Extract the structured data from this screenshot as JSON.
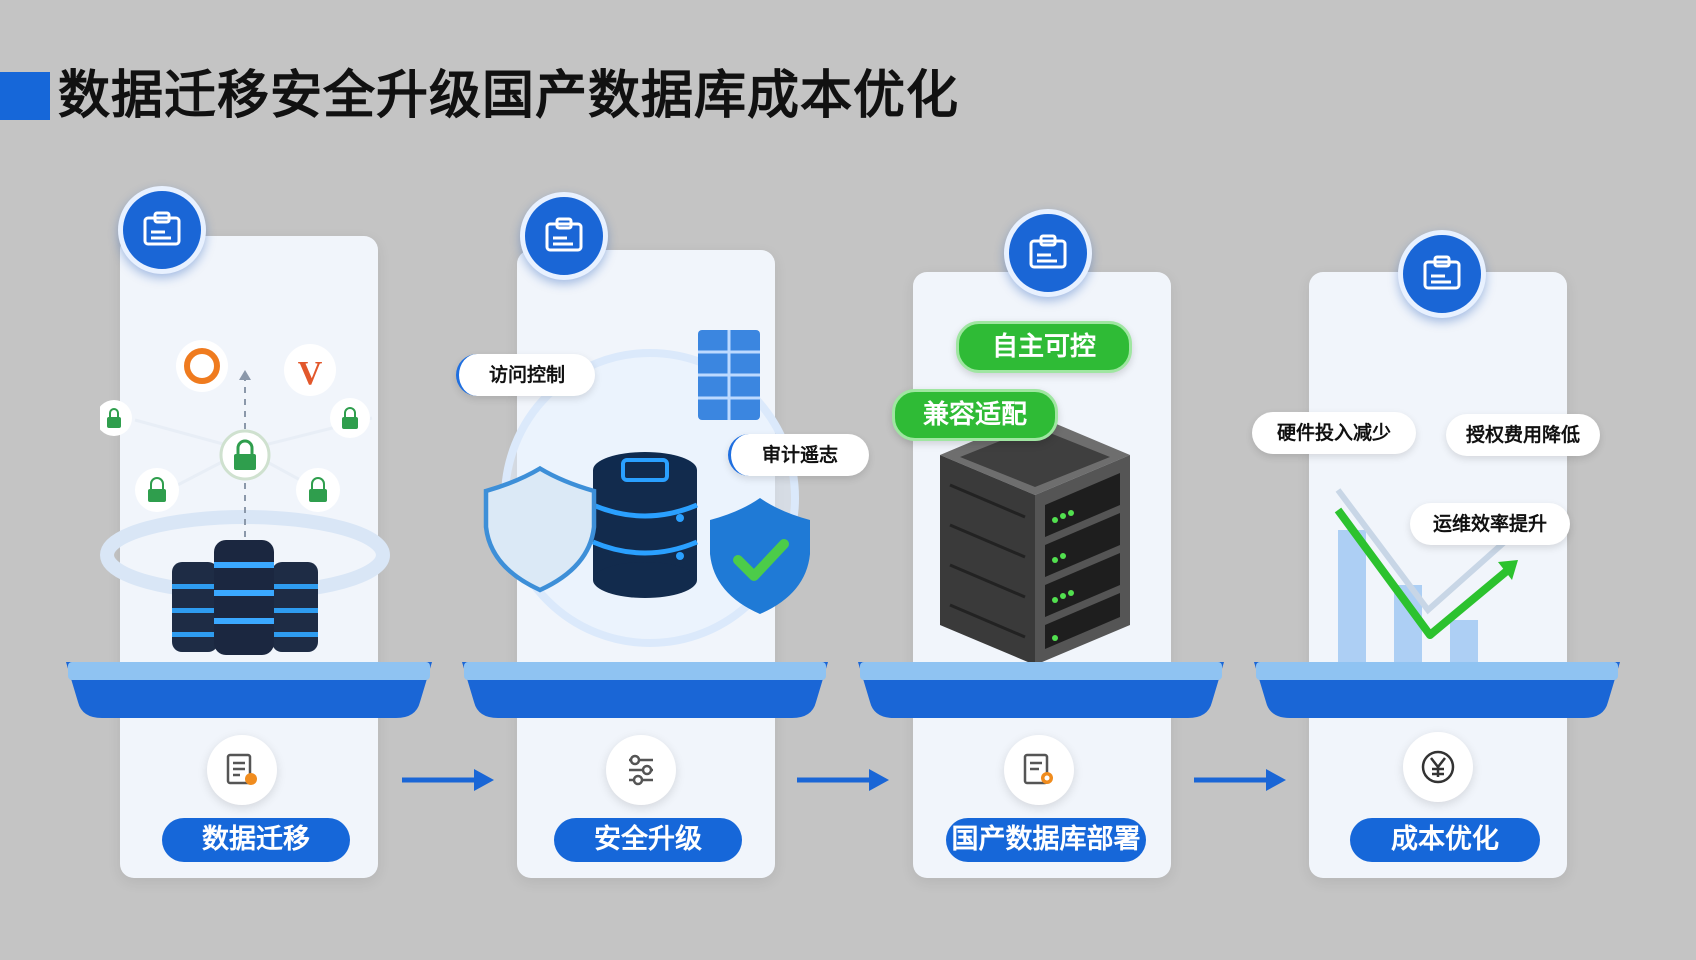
{
  "title": "数据迁移安全升级国产数据库成本优化",
  "colors": {
    "accent": "#1667d9",
    "green": "#2fbb36",
    "background": "#c4c4c4"
  },
  "steps": [
    {
      "label": "数据迁移",
      "top_icon": "clipboard-icon",
      "bottom_icon": "document-icon",
      "tags": []
    },
    {
      "label": "安全升级",
      "top_icon": "clipboard-icon",
      "bottom_icon": "tools-icon",
      "tags": [
        "访问控制",
        "审计遥志"
      ]
    },
    {
      "label": "国产数据库部署",
      "top_icon": "clipboard-icon",
      "bottom_icon": "document-settings-icon",
      "tags": [
        "自主可控",
        "兼容适配"
      ]
    },
    {
      "label": "成本优化",
      "top_icon": "clipboard-icon",
      "bottom_icon": "yen-icon",
      "tags": [
        "硬件投入减少",
        "授权费用降低",
        "运维效率提升"
      ]
    }
  ]
}
